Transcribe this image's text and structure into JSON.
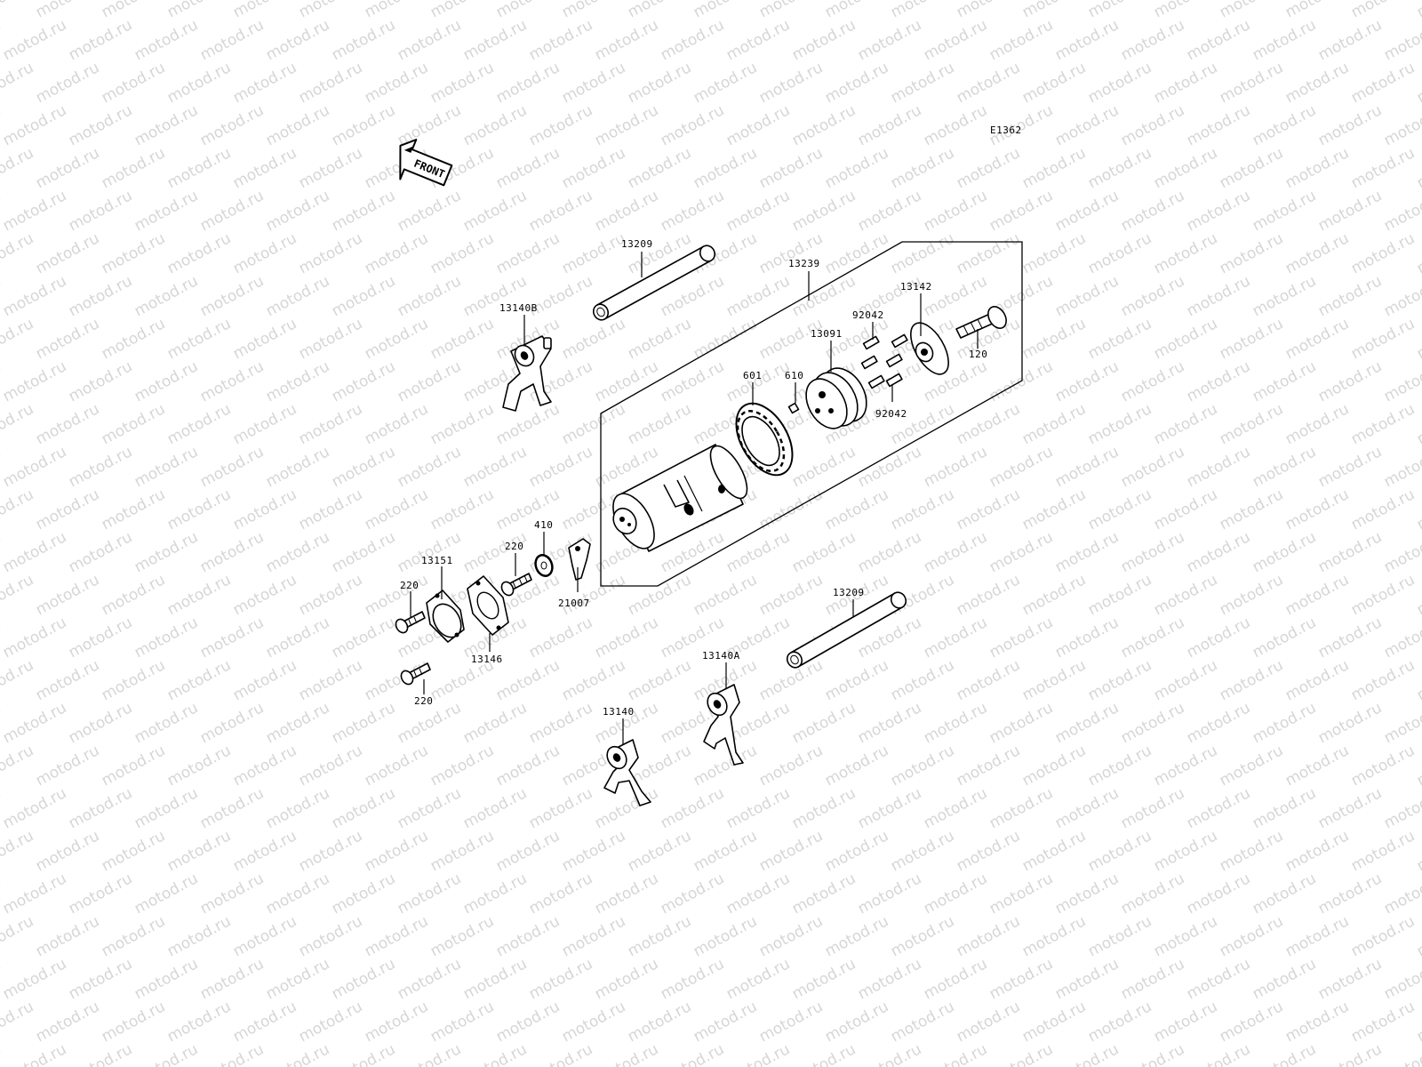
{
  "diagram": {
    "code": "E1362",
    "front_label": "FRONT",
    "watermark": "motod.ru",
    "parts": [
      {
        "id": "13209-upper",
        "number": "13209"
      },
      {
        "id": "13239",
        "number": "13239"
      },
      {
        "id": "13142",
        "number": "13142"
      },
      {
        "id": "13140B",
        "number": "13140B"
      },
      {
        "id": "92042-upper",
        "number": "92042"
      },
      {
        "id": "13091",
        "number": "13091"
      },
      {
        "id": "120",
        "number": "120"
      },
      {
        "id": "601",
        "number": "601"
      },
      {
        "id": "610",
        "number": "610"
      },
      {
        "id": "92042-lower",
        "number": "92042"
      },
      {
        "id": "410",
        "number": "410"
      },
      {
        "id": "220-mid",
        "number": "220"
      },
      {
        "id": "13151",
        "number": "13151"
      },
      {
        "id": "220-upper",
        "number": "220"
      },
      {
        "id": "21007",
        "number": "21007"
      },
      {
        "id": "13209-lower",
        "number": "13209"
      },
      {
        "id": "13146",
        "number": "13146"
      },
      {
        "id": "13140A",
        "number": "13140A"
      },
      {
        "id": "220-lower",
        "number": "220"
      },
      {
        "id": "13140",
        "number": "13140"
      }
    ]
  }
}
